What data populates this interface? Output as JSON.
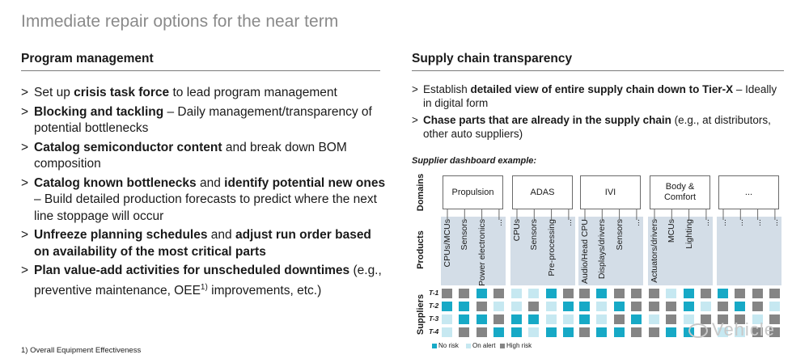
{
  "page_title": "Immediate repair options for the near term",
  "left": {
    "title": "Program management",
    "bullets": [
      [
        {
          "t": "Set up "
        },
        {
          "t": "crisis task force",
          "b": true
        },
        {
          "t": " to lead program management"
        }
      ],
      [
        {
          "t": "Blocking and tackling",
          "b": true
        },
        {
          "t": " – Daily management/transparency of potential bottlenecks"
        }
      ],
      [
        {
          "t": "Catalog semiconductor content",
          "b": true
        },
        {
          "t": " and break down BOM composition"
        }
      ],
      [
        {
          "t": "Catalog known bottlenecks",
          "b": true
        },
        {
          "t": " and "
        },
        {
          "t": "identify potential new ones",
          "b": true
        },
        {
          "t": " – Build detailed production forecasts to predict where the next line stoppage will occur"
        }
      ],
      [
        {
          "t": "Unfreeze planning schedules",
          "b": true
        },
        {
          "t": " and "
        },
        {
          "t": "adjust run order based on availability of the most critical parts",
          "b": true
        }
      ],
      [
        {
          "t": "Plan value-add activities for unscheduled downtimes",
          "b": true
        },
        {
          "t": " (e.g., preventive maintenance, OEE"
        },
        {
          "t": "1)",
          "sup": true
        },
        {
          "t": " improvements, etc.)"
        }
      ]
    ],
    "bullet_marker": ">"
  },
  "right": {
    "title": "Supply chain transparency",
    "bullets": [
      [
        {
          "t": "Establish "
        },
        {
          "t": "detailed view of entire supply chain down to Tier-X",
          "b": true
        },
        {
          "t": " – Ideally in digital form"
        }
      ],
      [
        {
          "t": "Chase parts that are already in the supply chain",
          "b": true
        },
        {
          "t": " (e.g., at distributors, other auto suppliers)"
        }
      ]
    ],
    "dashboard_title": "Supplier dashboard example:"
  },
  "dashboard": {
    "row_labels": {
      "domains": "Domains",
      "products": "Products",
      "suppliers": "Suppliers"
    },
    "domains": [
      {
        "label": "Propulsion",
        "products": [
          "CPUs/MCUs",
          "Sensors",
          "Power electronics",
          "..."
        ]
      },
      {
        "label": "ADAS",
        "products": [
          "CPUs",
          "Sensors",
          "Pre-processing",
          "..."
        ]
      },
      {
        "label": "IVI",
        "products": [
          "Audio/Head CPU",
          "Displays/drivers",
          "Sensors",
          "..."
        ]
      },
      {
        "label": "Body & Comfort",
        "products": [
          "Actuators/drivers",
          "MCUs",
          "Lighting",
          "..."
        ]
      },
      {
        "label": "...",
        "products": [
          "...",
          "...",
          "...",
          "..."
        ]
      }
    ],
    "tiers": [
      "T-1",
      "T-2",
      "T-3",
      "T-4"
    ],
    "status_grid": [
      [
        "high",
        "high",
        "teal",
        "high",
        "light",
        "light",
        "teal",
        "high",
        "high",
        "teal",
        "high",
        "high",
        "high",
        "light",
        "teal",
        "high",
        "teal",
        "high",
        "high",
        "high"
      ],
      [
        "teal",
        "teal",
        "high",
        "light",
        "light",
        "high",
        "light",
        "teal",
        "teal",
        "light",
        "teal",
        "high",
        "high",
        "high",
        "teal",
        "light",
        "high",
        "teal",
        "high",
        "light"
      ],
      [
        "light",
        "teal",
        "teal",
        "high",
        "teal",
        "teal",
        "light",
        "light",
        "teal",
        "light",
        "high",
        "teal",
        "light",
        "high",
        "light",
        "high",
        "high",
        "high",
        "light",
        "high"
      ],
      [
        "light",
        "high",
        "high",
        "teal",
        "teal",
        "light",
        "teal",
        "teal",
        "high",
        "teal",
        "teal",
        "high",
        "high",
        "teal",
        "teal",
        "high",
        "light",
        "light",
        "high",
        "high"
      ]
    ],
    "colors": {
      "teal": "#17a9c6",
      "light": "#c6e8f1",
      "high": "#858585"
    },
    "legend": [
      {
        "key": "teal",
        "label": "No risk"
      },
      {
        "key": "light",
        "label": "On alert"
      },
      {
        "key": "high",
        "label": "High risk"
      }
    ]
  },
  "footnote": "1) Overall Equipment Effectiveness",
  "watermark": "Vehicle"
}
